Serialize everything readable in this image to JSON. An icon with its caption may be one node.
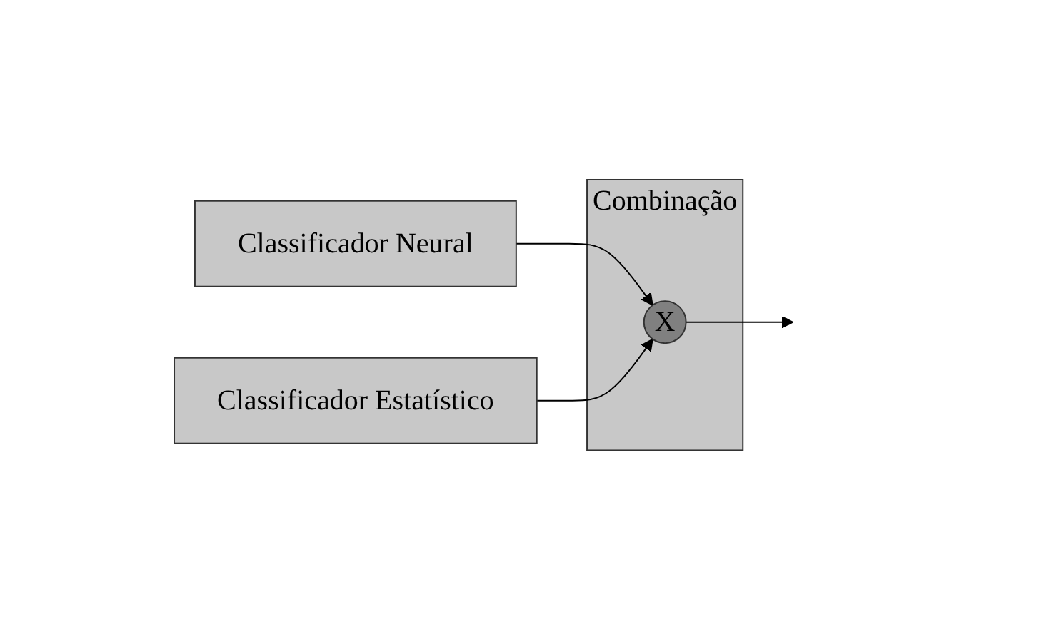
{
  "diagram": {
    "nodes": [
      {
        "text": [
          "Classificador Neural"
        ]
      },
      {
        "text": [
          "Classificador Estatístico"
        ]
      },
      {
        "text": [
          "Combinação"
        ]
      },
      {
        "text": [
          "X"
        ],
        "in": 2
      }
    ],
    "edges": [
      {
        "from": 0,
        "to": 3,
        "arrow": "to"
      },
      {
        "from": 1,
        "to": 3,
        "arrow": "to"
      },
      {
        "from": 3,
        "to": null,
        "arrow": "to"
      }
    ]
  }
}
